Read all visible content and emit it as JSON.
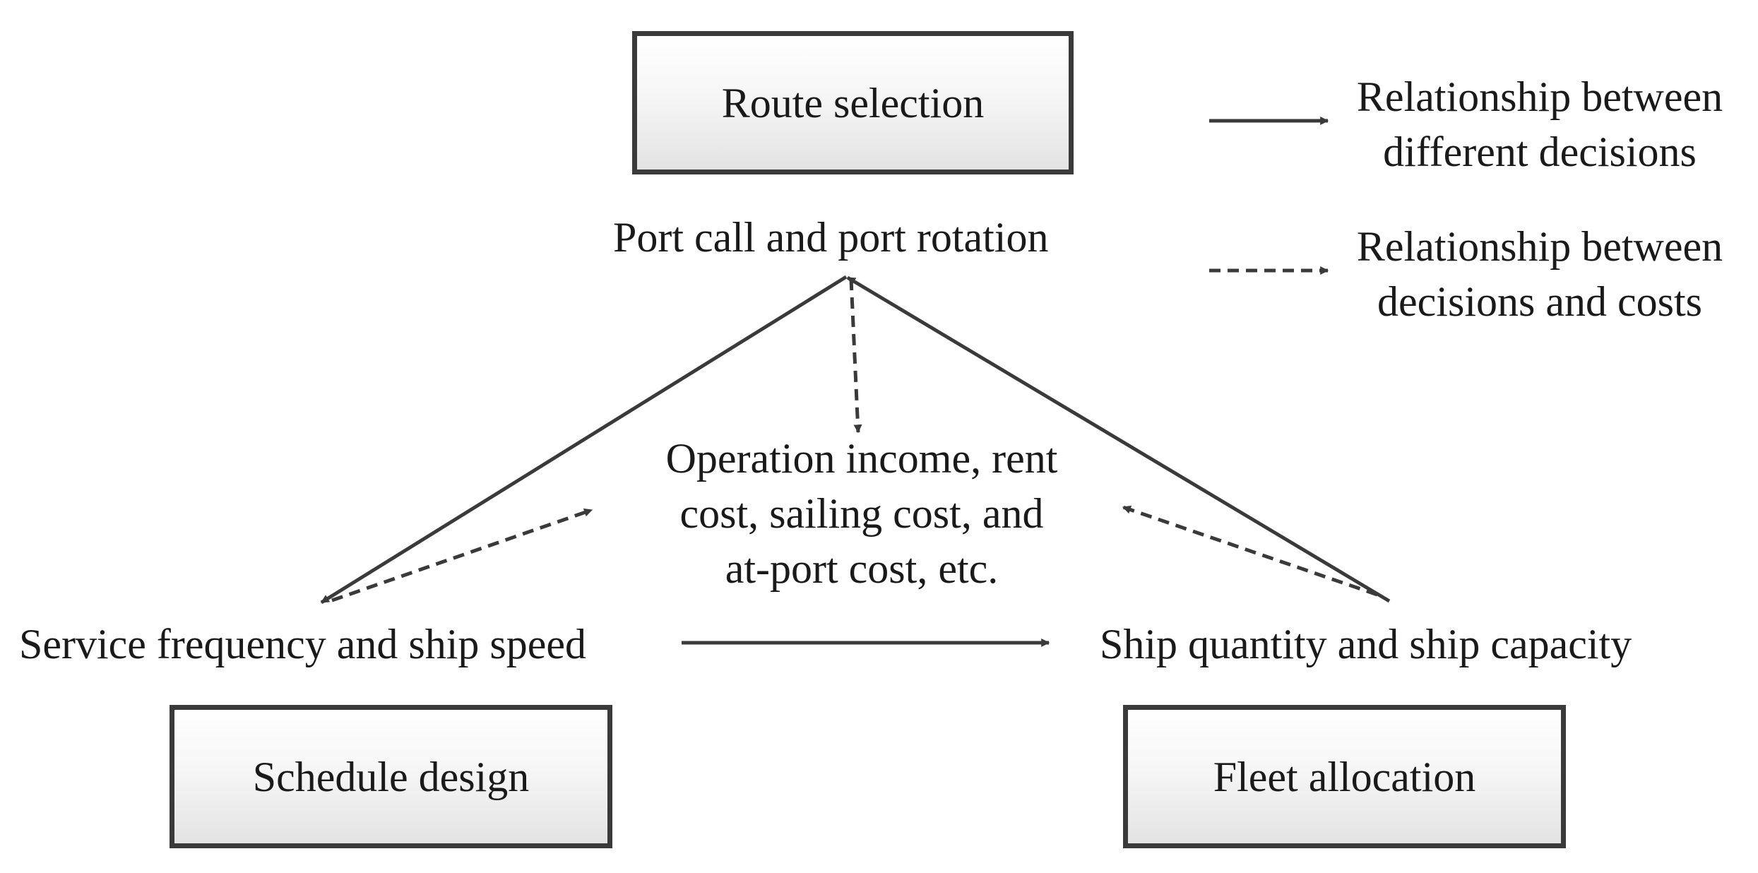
{
  "boxes": {
    "route": "Route selection",
    "schedule": "Schedule design",
    "fleet": "Fleet allocation"
  },
  "decisions": {
    "port": "Port call and port rotation",
    "service": "Service frequency and ship speed",
    "ship": "Ship quantity and ship capacity"
  },
  "costs": {
    "line1": "Operation income, rent",
    "line2": "cost, sailing cost, and",
    "line3": "at-port cost, etc."
  },
  "legend": {
    "solid": {
      "line1": "Relationship between",
      "line2": "different decisions"
    },
    "dashed": {
      "line1": "Relationship between",
      "line2": "decisions and costs"
    }
  },
  "colors": {
    "line": "#3a3a3a",
    "box_border": "#3a3a3a"
  }
}
